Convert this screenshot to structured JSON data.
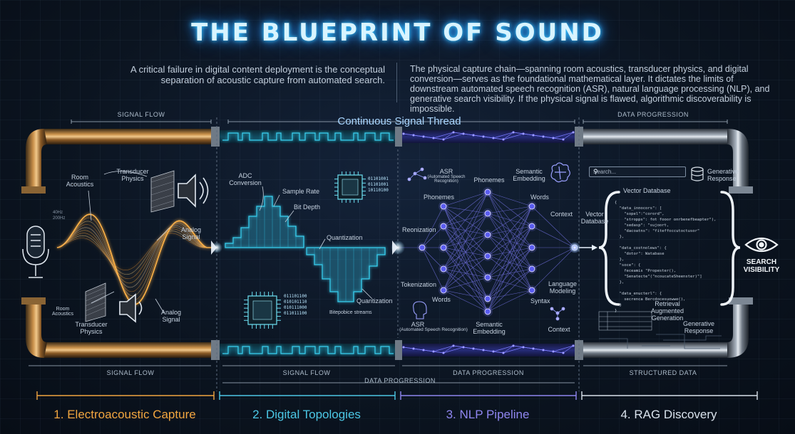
{
  "title": "THE BLUEPRINT OF SOUND",
  "intro_left": "A critical failure in digital content deployment is the conceptual separation of acoustic capture from automated search.",
  "intro_right": "The physical capture chain—spanning room acoustics, transducer physics, and digital conversion—serves as the foundational mathematical layer. It dictates the limits of downstream automated speech recognition (ASR), natural language processing (NLP), and generative search visibility. If the physical signal is flawed, algorithmic discoverability is impossible.",
  "thread_label": "Continuous Signal Thread",
  "flow_labels": {
    "signal_flow_top": "SIGNAL FLOW",
    "data_progression_top": "DATA PROGRESSION",
    "signal_flow_bottom_1": "SIGNAL FLOW",
    "signal_flow_bottom_2": "SIGNAL FLOW",
    "data_progression_bottom_1": "DATA PROGRESSION",
    "data_progression_bottom_2": "DATA PROGRESSION",
    "structured_data": "STRUCTURED DATA"
  },
  "stages": [
    {
      "label": "1. Electroacoustic Capture",
      "color": "#f2a640"
    },
    {
      "label": "2. Digital Topologies",
      "color": "#4cc8e6"
    },
    {
      "label": "3. NLP Pipeline",
      "color": "#8f86f0"
    },
    {
      "label": "4. RAG Discovery",
      "color": "#d9e2ec"
    }
  ],
  "capture": {
    "room_acoustics": "Room Acoustics",
    "transducer_physics": "Transducer Physics",
    "analog_signal": "Analog Signal",
    "room_acoustics_low": "Room Acoustics",
    "transducer_physics_low": "Transducer Physics",
    "analog_signal_low": "Analog Signal",
    "freq_a": "40Hz",
    "freq_b": "200Hz"
  },
  "digital": {
    "adc": "ADC Conversion",
    "sample_rate": "Sample Rate",
    "bit_depth": "Bit Depth",
    "quantization": "Quantization",
    "quantization_low": "Quantization",
    "bitstream": "Bitepobice streams",
    "bin_top": [
      "01101001",
      "01101001",
      "10110100"
    ],
    "bin_low": [
      "011101100",
      "010101110",
      "010111000",
      "011011100"
    ]
  },
  "nlp": {
    "asr_top": "ASR",
    "asr_top_sub": "(Automated Speech Recognition)",
    "phonemes_top": "Phonemes",
    "semantic_top": "Semantic Embedding",
    "phonemes_left": "Phonemes",
    "words_right": "Words",
    "reonization": "Reonization",
    "context_right": "Context",
    "tokenization": "Tokenization",
    "language_modeling": "Language Modeling",
    "syntax": "Syntax",
    "words_low": "Words",
    "asr_low": "ASR",
    "asr_low_sub": "(Automated Speech Recognition)",
    "semantic_low": "Semantic Embedding",
    "context_low": "Context"
  },
  "rag": {
    "search_placeholder": "Search...",
    "generative_response_top": "Generative Response",
    "vector_database": "Vector Database",
    "vector_database_left": "Vector Database",
    "search_visibility": "SEARCH VISIBILITY",
    "retrieval": "Retrieval Augmented Generation",
    "generative_response_low": "Generative Response",
    "code_lines": [
      "{",
      "  \"data_innocors\": [",
      "    \"sopel\":\"corord\",",
      "    \"stropps\": fot fooor onrbenefbeapter\"),",
      "    \"sedasp\": \"sujoort,",
      "    \"dacoatns\": \"fiteffoccutoctusor\"",
      "  },",
      "",
      "  \"data_costnolews\": {",
      "    \"dotor\": Watabase",
      "  },",
      "  \"soce\": {",
      "    feceamis \"Propester(),",
      "    \"Senatecte\"(\"ncoucateSheenster)\"]",
      "  },",
      "",
      "  \"data_enucterl\": {",
      "    secrenca Bercdocesuowwe(),",
      "  }",
      "}"
    ]
  },
  "icons": [
    "microphone-icon",
    "speaker-icon",
    "chip-icon",
    "brain-icon",
    "eye-icon",
    "database-icon",
    "search-icon"
  ]
}
